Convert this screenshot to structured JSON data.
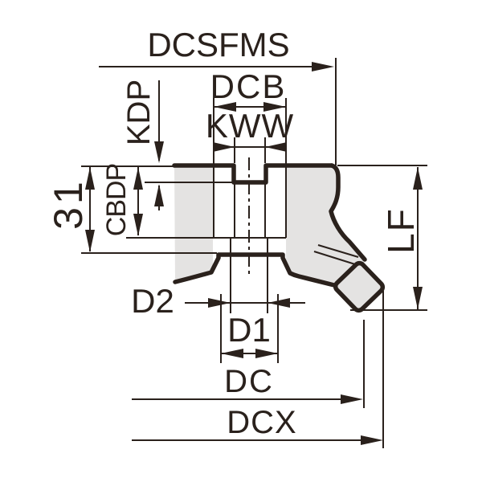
{
  "diagram": {
    "title": "milling-cutter-dimension-diagram",
    "labels": {
      "dcsfms": "DCSFMS",
      "dcb": "DCB",
      "kww": "KWW",
      "kdp": "KDP",
      "cbdp": "CBDP",
      "offset31": "31",
      "lf": "LF",
      "d2": "D2",
      "d1": "D1",
      "dc": "DC",
      "dcx": "DCX"
    },
    "colors": {
      "line": "#2a211c",
      "body_fill": "#e4e3e2",
      "background": "#ffffff"
    }
  }
}
